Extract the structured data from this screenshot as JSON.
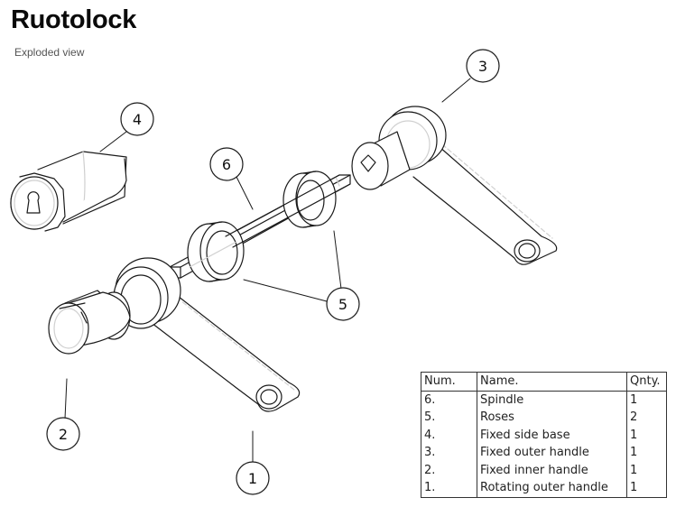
{
  "header": {
    "title": "Ruotolock",
    "subtitle": "Exploded view"
  },
  "callouts": [
    {
      "num": "1",
      "part": "Rotating outer handle"
    },
    {
      "num": "2",
      "part": "Fixed inner handle"
    },
    {
      "num": "3",
      "part": "Fixed outer handle"
    },
    {
      "num": "4",
      "part": "Fixed side base"
    },
    {
      "num": "5",
      "part": "Roses"
    },
    {
      "num": "6",
      "part": "Spindle"
    }
  ],
  "parts_table": {
    "headers": {
      "num": "Num.",
      "name": "Name.",
      "qty": "Qnty."
    },
    "rows": [
      {
        "num": "6.",
        "name": "Spindle",
        "qty": "1"
      },
      {
        "num": "5.",
        "name": "Roses",
        "qty": "2"
      },
      {
        "num": "4.",
        "name": "Fixed side base",
        "qty": "1"
      },
      {
        "num": "3.",
        "name": "Fixed outer handle",
        "qty": "1"
      },
      {
        "num": "2.",
        "name": "Fixed inner handle",
        "qty": "1"
      },
      {
        "num": "1.",
        "name": "Rotating outer handle",
        "qty": "1"
      }
    ]
  },
  "colors": {
    "line": "#1a1a1a",
    "hidden_line": "#c8c8c8",
    "background": "#ffffff"
  }
}
